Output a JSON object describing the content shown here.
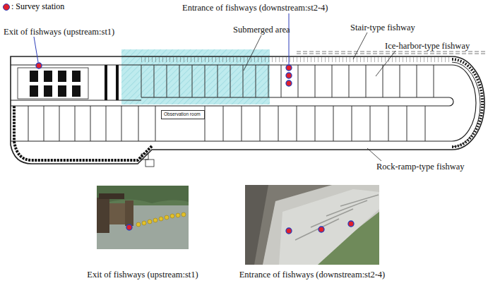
{
  "diagram": {
    "nodes": [
      {
        "text": [
          "Observation room"
        ]
      }
    ],
    "labels": [
      "Exit of fishways (upstream:st1)",
      "Entrance of fishways (downstream:st2-4)",
      "Submerged area",
      "Stair-type fishway",
      "Ice-harbor-type fishway",
      "Rock-ramp-type fishway",
      "Exit of fishways (upstream:st1)",
      "Entrance of fishways (downstream:st2-4)"
    ],
    "legend": [
      {
        "text": ": Survey station",
        "color": "#e0202c"
      }
    ]
  }
}
